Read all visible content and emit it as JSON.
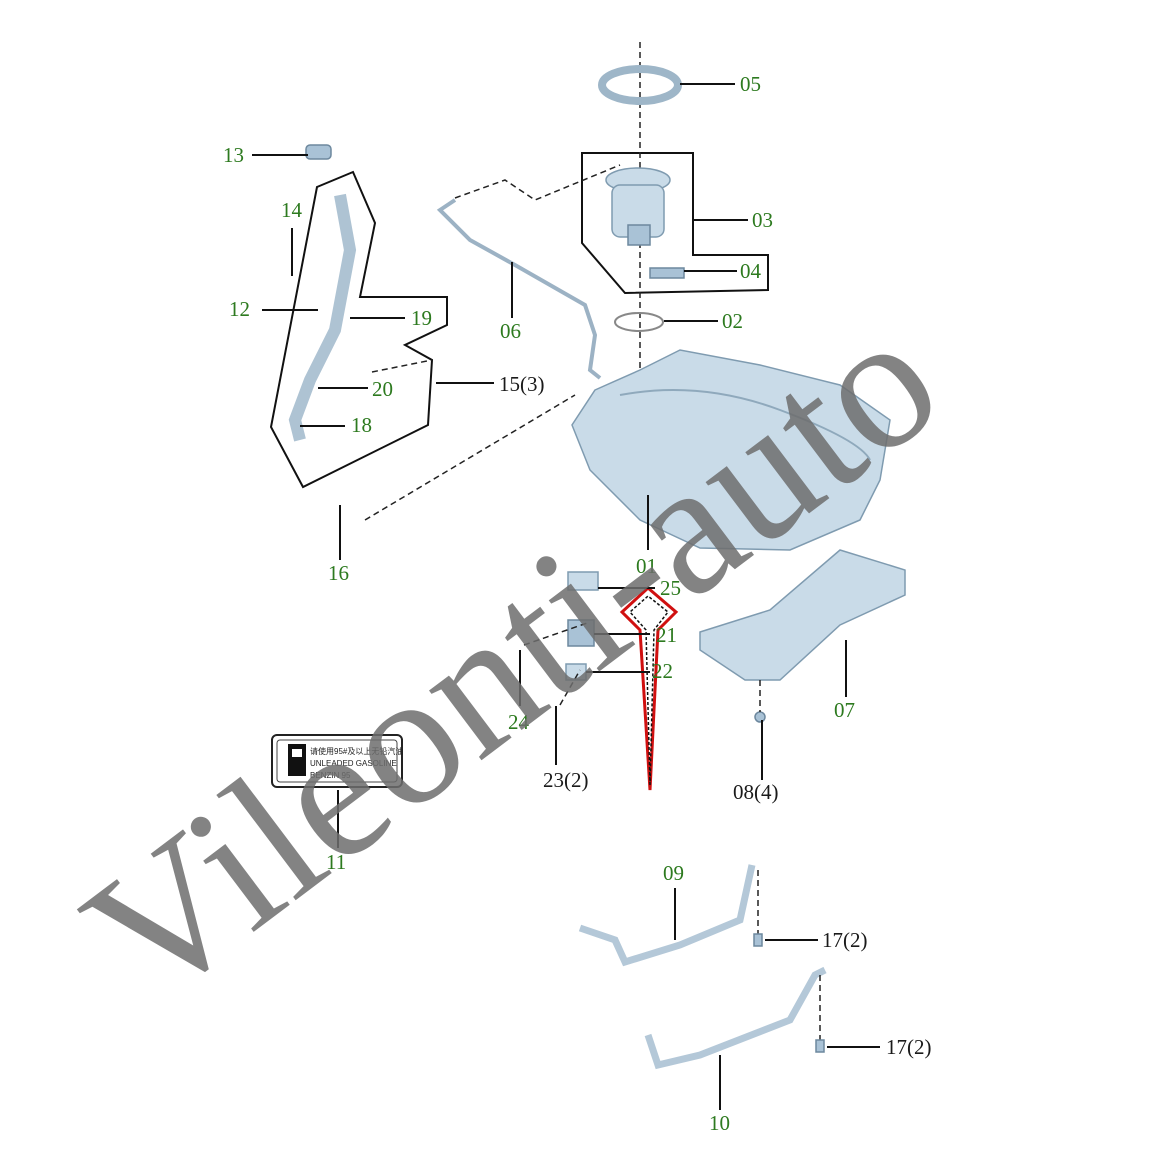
{
  "diagram": {
    "title": "Fuel tank assembly exploded view",
    "watermark": "Vileonti-auto",
    "accent_arrow_color": "#d01010",
    "label_colors": {
      "green": "#2d7a1f",
      "black": "#1a1a1a"
    },
    "labels": {
      "p01": "01",
      "p02": "02",
      "p03": "03",
      "p04": "04",
      "p05": "05",
      "p06": "06",
      "p07": "07",
      "p08": "08(4)",
      "p09": "09",
      "p10": "10",
      "p11": "11",
      "p12": "12",
      "p13": "13",
      "p14": "14",
      "p15": "15(3)",
      "p16": "16",
      "p17a": "17(2)",
      "p17b": "17(2)",
      "p18": "18",
      "p19": "19",
      "p20": "20",
      "p21": "21",
      "p22": "22",
      "p23": "23(2)",
      "p24": "24",
      "p25": "25"
    },
    "sticker": {
      "line1": "请使用95#及以上无铅汽油",
      "line2": "UNLEADED GASOLINE",
      "line3": "BENZIN 95"
    }
  }
}
